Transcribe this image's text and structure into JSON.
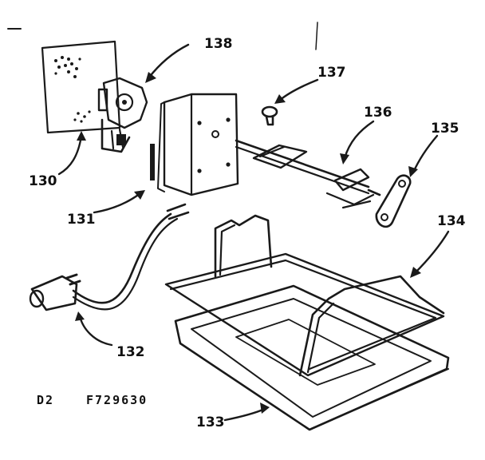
{
  "diagram": {
    "part_labels": {
      "p130": "130",
      "p131": "131",
      "p132": "132",
      "p133": "133",
      "p134": "134",
      "p135": "135",
      "p136": "136",
      "p137": "137",
      "p138": "138"
    },
    "footer": {
      "section": "D2",
      "figure_code": "F729630"
    }
  },
  "colors": {
    "ink": "#1a1a1a",
    "paper": "#ffffff"
  }
}
